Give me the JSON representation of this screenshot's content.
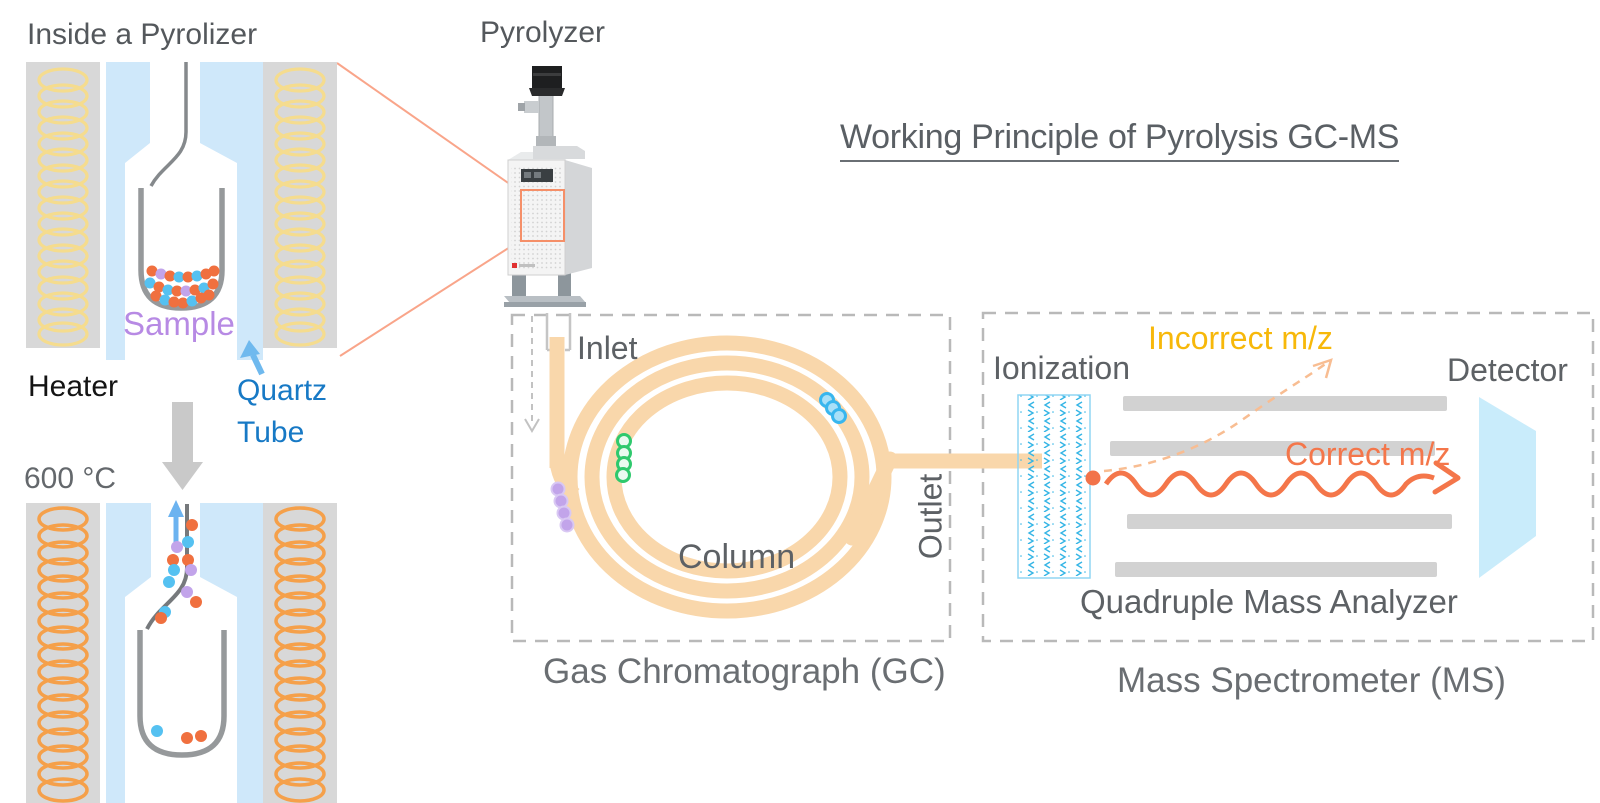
{
  "title": "Working Principle of Pyrolysis GC-MS",
  "pyrolyzer_label": "Pyrolyzer",
  "inside_view": {
    "heading": "Inside a Pyrolizer",
    "sample_label": "Sample",
    "heater_label": "Heater",
    "quartz_tube_label": "Quartz Tube",
    "temperature_label": "600 °C"
  },
  "gc": {
    "caption": "Gas Chromatograph (GC)",
    "inlet_label": "Inlet",
    "outlet_label": "Outlet",
    "column_label": "Column"
  },
  "ms": {
    "caption": "Mass Spectrometer (MS)",
    "ionization_label": "Ionization",
    "incorrect_mz_label": "Incorrect m/z",
    "correct_mz_label": "Correct m/z",
    "detector_label": "Detector",
    "analyzer_label": "Quadruple Mass Analyzer"
  },
  "colors": {
    "column_tube_peach": "#f9d7ab",
    "salmon_accent": "#f4764a",
    "gold_accent": "#f7b80a",
    "quartz_blue_fill": "#cfe8fa",
    "label_blue": "#1779c5",
    "sample_purple": "#b78ae4",
    "coil_yellow": "#f5dc8e",
    "coil_orange": "#f5a04a",
    "heater_gray": "#d8d8d8",
    "dot_orange": "#f0703f",
    "dot_blue": "#55c1f1",
    "dot_purple": "#c2a4ea",
    "dot_green": "#2fc96d",
    "detector_blue": "#c9ecfb",
    "diagram_text_gray": "#5b6065"
  }
}
